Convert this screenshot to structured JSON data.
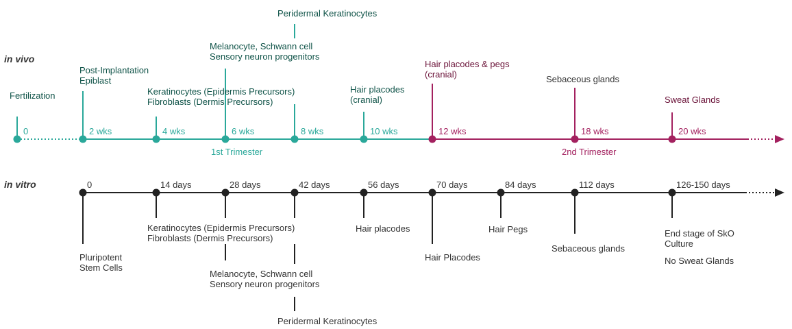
{
  "colors": {
    "teal": "#2aa89a",
    "teal_dark": "#0e5247",
    "magenta": "#a3215f",
    "maroon": "#6a1238",
    "black": "#222222",
    "grey_text": "#333333"
  },
  "in_vivo": {
    "section_label": "in vivo",
    "trimester_1": "1st Trimester",
    "trimester_2": "2nd Trimester",
    "timepoints": [
      {
        "label": "0",
        "color": "teal"
      },
      {
        "label": "2 wks",
        "color": "teal"
      },
      {
        "label": "4 wks",
        "color": "teal"
      },
      {
        "label": "6 wks",
        "color": "teal"
      },
      {
        "label": "8 wks",
        "color": "teal"
      },
      {
        "label": "10 wks",
        "color": "teal"
      },
      {
        "label": "12 wks",
        "color": "magenta"
      },
      {
        "label": "18 wks",
        "color": "magenta"
      },
      {
        "label": "20 wks",
        "color": "magenta"
      }
    ],
    "events": [
      {
        "lines": [
          "Fertilization"
        ],
        "color": "teal"
      },
      {
        "lines": [
          "Post-Implantation",
          "Epiblast"
        ],
        "color": "teal"
      },
      {
        "lines": [
          "Keratinocytes (Epidermis Precursors)",
          "Fibroblasts (Dermis Precursors)"
        ],
        "color": "teal"
      },
      {
        "lines": [
          "Melanocyte, Schwann cell",
          "Sensory neuron progenitors"
        ],
        "color": "teal"
      },
      {
        "lines": [
          "Peridermal Keratinocytes"
        ],
        "color": "teal"
      },
      {
        "lines": [
          "Hair placodes",
          "(cranial)"
        ],
        "color": "teal"
      },
      {
        "lines": [
          "Hair placodes & pegs",
          "(cranial)"
        ],
        "color": "magenta"
      },
      {
        "lines": [
          "Sebaceous glands"
        ],
        "color": "black"
      },
      {
        "lines": [
          "Sweat Glands"
        ],
        "color": "magenta"
      }
    ]
  },
  "in_vitro": {
    "section_label": "in vitro",
    "timepoints": [
      "0",
      "14 days",
      "28 days",
      "42 days",
      "56 days",
      "70 days",
      "84 days",
      "112 days",
      "126-150 days"
    ],
    "events": [
      {
        "lines": [
          "Pluripotent",
          "Stem Cells"
        ]
      },
      {
        "lines": [
          "Keratinocytes (Epidermis Precursors)",
          "Fibroblasts (Dermis Precursors)"
        ]
      },
      {
        "lines": [
          "Melanocyte, Schwann cell",
          "Sensory neuron progenitors"
        ]
      },
      {
        "lines": [
          "Peridermal Keratinocytes"
        ]
      },
      {
        "lines": [
          "Hair placodes"
        ]
      },
      {
        "lines": [
          "Hair Placodes"
        ]
      },
      {
        "lines": [
          "Hair Pegs"
        ]
      },
      {
        "lines": [
          "Sebaceous glands"
        ]
      },
      {
        "lines": [
          "End stage of SkO",
          "Culture"
        ]
      },
      {
        "lines": [
          "No Sweat Glands"
        ]
      }
    ]
  }
}
